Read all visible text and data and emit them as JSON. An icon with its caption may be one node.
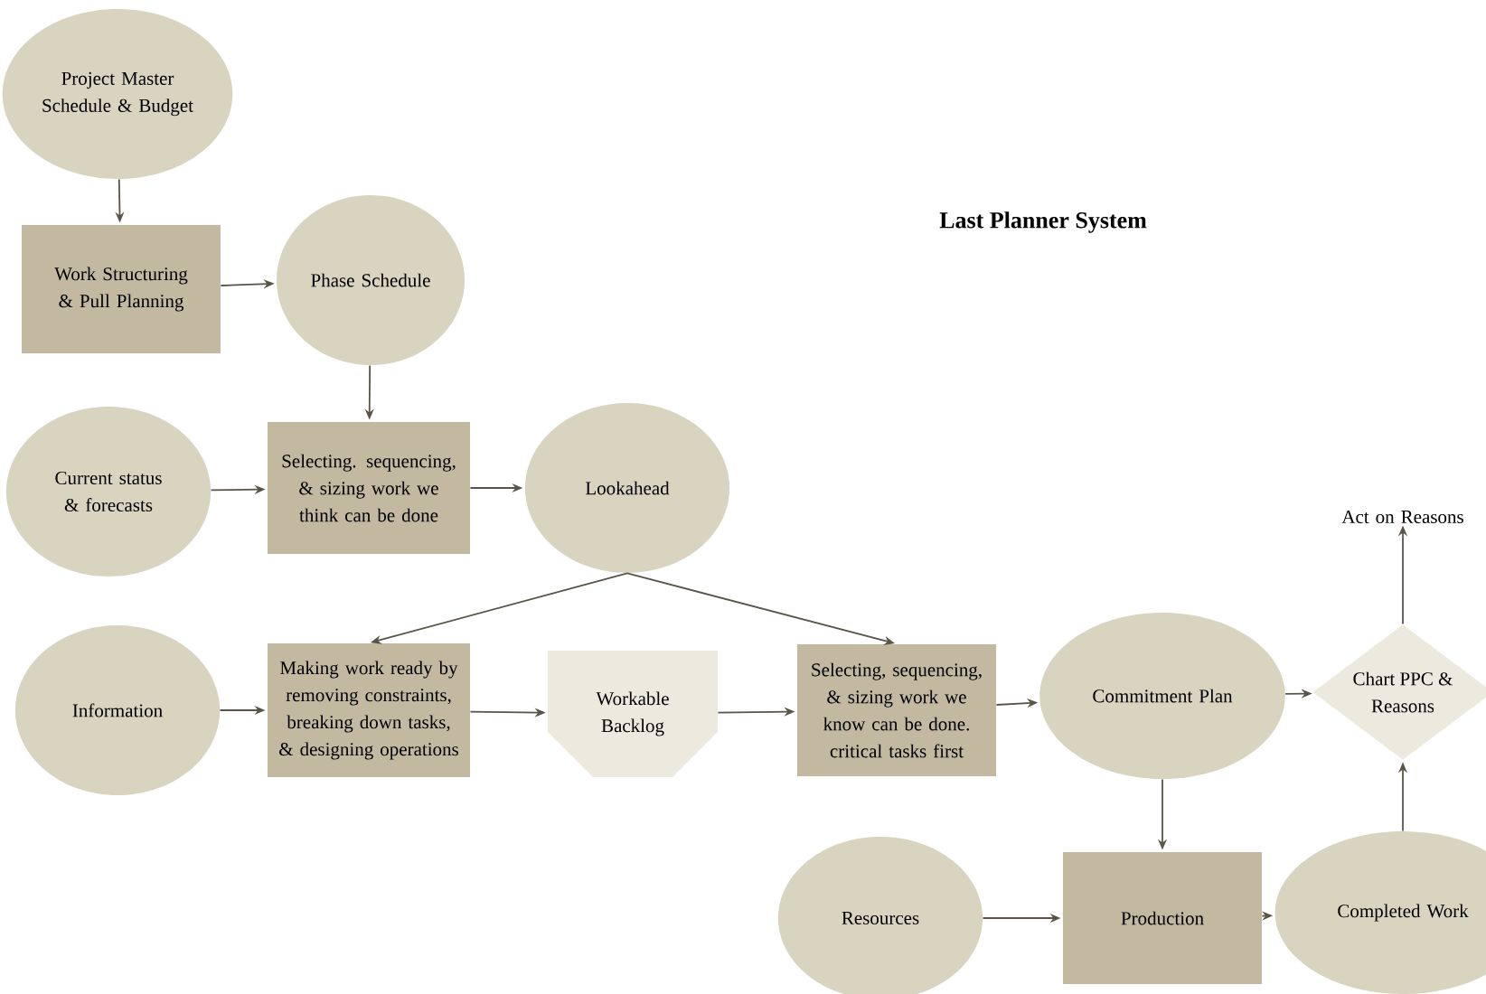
{
  "diagram": {
    "title": "Last Planner System",
    "nodes": [
      {
        "text": [
          "Project Master Schedule & Budget"
        ]
      },
      {
        "text": [
          "Work Structuring & Pull Planning"
        ]
      },
      {
        "text": [
          "Phase Schedule"
        ]
      },
      {
        "text": [
          "Current status & forecasts"
        ]
      },
      {
        "text": [
          "Selecting. sequencing, & sizing work we think can be done"
        ]
      },
      {
        "text": [
          "Lookahead"
        ]
      },
      {
        "text": [
          "Information"
        ]
      },
      {
        "text": [
          "Making work ready by removing constraints, breaking down tasks, & designing operations"
        ]
      },
      {
        "text": [
          "Workable Backlog"
        ]
      },
      {
        "text": [
          "Selecting, sequencing, & sizing work we know can be done. critical tasks first"
        ]
      },
      {
        "text": [
          "Commitment Plan"
        ]
      },
      {
        "text": [
          "Chart PPC & Reasons"
        ]
      },
      {
        "text": [
          "Act on Reasons"
        ]
      },
      {
        "text": [
          "Resources"
        ]
      },
      {
        "text": [
          "Production"
        ]
      },
      {
        "text": [
          "Completed Work"
        ]
      }
    ],
    "edges": [
      {
        "from": 0,
        "to": 1,
        "arrow": "to"
      },
      {
        "from": 1,
        "to": 2,
        "arrow": "to"
      },
      {
        "from": 2,
        "to": 4,
        "arrow": "to"
      },
      {
        "from": 3,
        "to": 4,
        "arrow": "to"
      },
      {
        "from": 4,
        "to": 5,
        "arrow": "to"
      },
      {
        "from": 5,
        "to": 7,
        "arrow": "to"
      },
      {
        "from": 5,
        "to": 9,
        "arrow": "to"
      },
      {
        "from": 6,
        "to": 7,
        "arrow": "to"
      },
      {
        "from": 7,
        "to": 8,
        "arrow": "to"
      },
      {
        "from": 8,
        "to": 9,
        "arrow": "to"
      },
      {
        "from": 9,
        "to": 10,
        "arrow": "to"
      },
      {
        "from": 10,
        "to": 11,
        "arrow": "to"
      },
      {
        "from": 11,
        "to": 12,
        "arrow": "to"
      },
      {
        "from": 10,
        "to": 14,
        "arrow": "to"
      },
      {
        "from": 13,
        "to": 14,
        "arrow": "to"
      },
      {
        "from": 14,
        "to": 15,
        "arrow": "to"
      },
      {
        "from": 15,
        "to": 11,
        "arrow": "to"
      }
    ]
  }
}
